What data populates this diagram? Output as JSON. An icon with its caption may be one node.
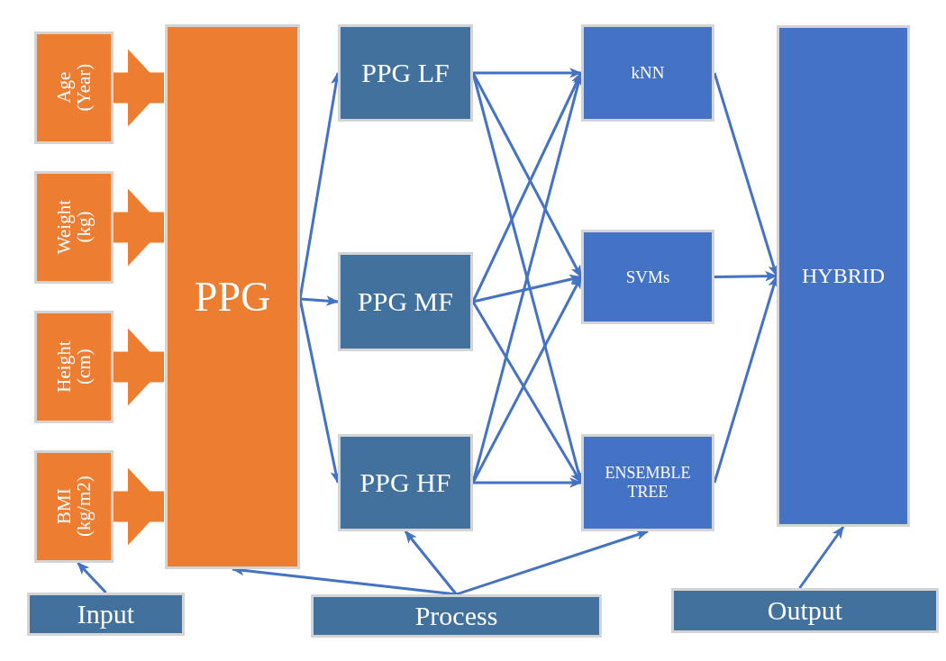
{
  "diagram": {
    "nodes": [
      {
        "text": [
          "Age (Year)"
        ]
      },
      {
        "text": [
          "Weight (kg)"
        ]
      },
      {
        "text": [
          "Height (cm)"
        ]
      },
      {
        "text": [
          "BMI (kg/m2)"
        ]
      },
      {
        "text": [
          "PPG"
        ]
      },
      {
        "text": [
          "PPG LF"
        ]
      },
      {
        "text": [
          "PPG MF"
        ]
      },
      {
        "text": [
          "PPG HF"
        ]
      },
      {
        "text": [
          "kNN"
        ]
      },
      {
        "text": [
          "SVMs"
        ]
      },
      {
        "text": [
          "ENSEMBLE TREE"
        ]
      },
      {
        "text": [
          "HYBRID"
        ]
      },
      {
        "text": [
          "Input"
        ]
      },
      {
        "text": [
          "Process"
        ]
      },
      {
        "text": [
          "Output"
        ]
      }
    ],
    "edges": [
      {
        "from": 0,
        "to": 4,
        "arrow": "to",
        "style": "thick",
        "color": "#ed7d31"
      },
      {
        "from": 1,
        "to": 4,
        "arrow": "to",
        "style": "thick",
        "color": "#ed7d31"
      },
      {
        "from": 2,
        "to": 4,
        "arrow": "to",
        "style": "thick",
        "color": "#ed7d31"
      },
      {
        "from": 3,
        "to": 4,
        "arrow": "to",
        "style": "thick",
        "color": "#ed7d31"
      },
      {
        "from": 4,
        "to": 5,
        "arrow": "to"
      },
      {
        "from": 4,
        "to": 6,
        "arrow": "to"
      },
      {
        "from": 4,
        "to": 7,
        "arrow": "to"
      },
      {
        "from": 5,
        "to": 8,
        "arrow": "to"
      },
      {
        "from": 5,
        "to": 9,
        "arrow": "to"
      },
      {
        "from": 5,
        "to": 10,
        "arrow": "to"
      },
      {
        "from": 6,
        "to": 8,
        "arrow": "to"
      },
      {
        "from": 6,
        "to": 9,
        "arrow": "to"
      },
      {
        "from": 6,
        "to": 10,
        "arrow": "to"
      },
      {
        "from": 7,
        "to": 8,
        "arrow": "to"
      },
      {
        "from": 7,
        "to": 9,
        "arrow": "to"
      },
      {
        "from": 7,
        "to": 10,
        "arrow": "to"
      },
      {
        "from": 8,
        "to": 11,
        "arrow": "to"
      },
      {
        "from": 9,
        "to": 11,
        "arrow": "to"
      },
      {
        "from": 10,
        "to": 11,
        "arrow": "to"
      },
      {
        "from": 12,
        "to": 3,
        "arrow": "to"
      },
      {
        "from": 13,
        "to": 4,
        "arrow": "to"
      },
      {
        "from": 13,
        "to": 7,
        "arrow": "to"
      },
      {
        "from": 13,
        "to": 10,
        "arrow": "to"
      },
      {
        "from": 14,
        "to": 11,
        "arrow": "to"
      }
    ]
  }
}
